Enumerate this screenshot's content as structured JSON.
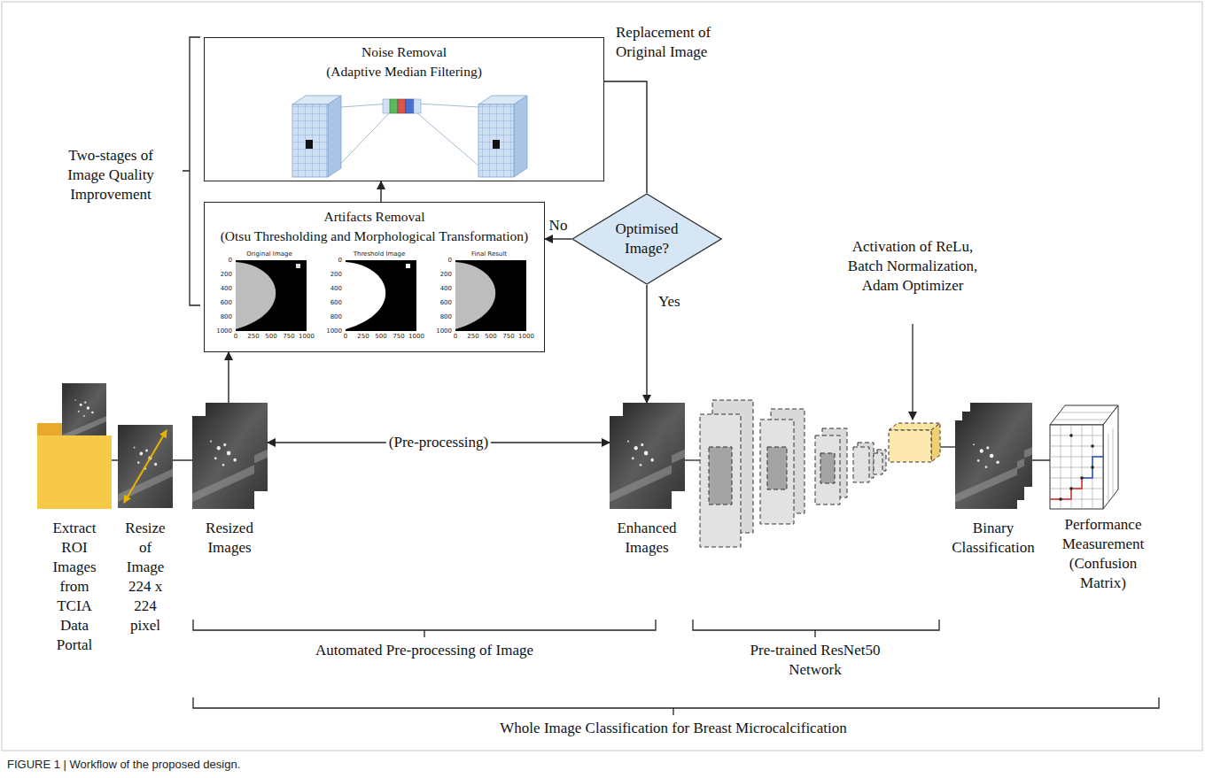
{
  "diagram": {
    "caption": "FIGURE 1 | Workflow of the proposed design.",
    "nodes": [
      {
        "text": [
          "Noise Removal",
          "(Adaptive Median Filtering)"
        ]
      },
      {
        "text": [
          "Artifacts Removal",
          "(Otsu Thresholding and Morphological Transformation)"
        ]
      },
      {
        "text": [
          "Optimised Image?"
        ]
      },
      {
        "text": [
          "Extract ROI Images from TCIA Data Portal"
        ]
      },
      {
        "text": [
          "Resize of Image 224 x 224 pixel"
        ]
      },
      {
        "text": [
          "Resized Images"
        ]
      },
      {
        "text": [
          "Enhanced Images"
        ]
      },
      {
        "text": [
          "Binary Classification"
        ]
      },
      {
        "text": [
          "Performance Measurement (Confusion Matrix)"
        ]
      }
    ],
    "edges": [
      {
        "from": 3,
        "to": 4,
        "arrow": "none"
      },
      {
        "from": 4,
        "to": 5,
        "arrow": "none"
      },
      {
        "from": 5,
        "to": 1,
        "arrow": "to"
      },
      {
        "from": 5,
        "to": 6,
        "label": "(Pre-processing)",
        "arrow": "both"
      },
      {
        "from": 1,
        "to": 0,
        "arrow": "to"
      },
      {
        "from": 0,
        "to": 2,
        "label": "Replacement of Original Image",
        "arrow": "none"
      },
      {
        "from": 2,
        "to": 1,
        "label": "No",
        "arrow": "to"
      },
      {
        "from": 2,
        "to": 6,
        "label": "Yes",
        "arrow": "to"
      },
      {
        "from": 7,
        "to": 8,
        "arrow": "none"
      }
    ],
    "labels": [
      "Two-stages of Image Quality Improvement",
      "Activation of ReLu, Batch Normalization, Adam Optimizer",
      "Original Image",
      "0",
      "200",
      "400",
      "600",
      "800",
      "1000",
      "0",
      "250",
      "500",
      "750",
      "1000",
      "Threshold Image",
      "0",
      "200",
      "400",
      "600",
      "800",
      "1000",
      "0",
      "250",
      "500",
      "750",
      "1000",
      "Final Result",
      "0",
      "200",
      "400",
      "600",
      "800",
      "1000",
      "0",
      "250",
      "500",
      "750",
      "1000",
      "Automated Pre-processing of Image",
      "Pre-trained ResNet50 Network",
      "Whole Image Classification for Breast Microcalcification"
    ]
  }
}
